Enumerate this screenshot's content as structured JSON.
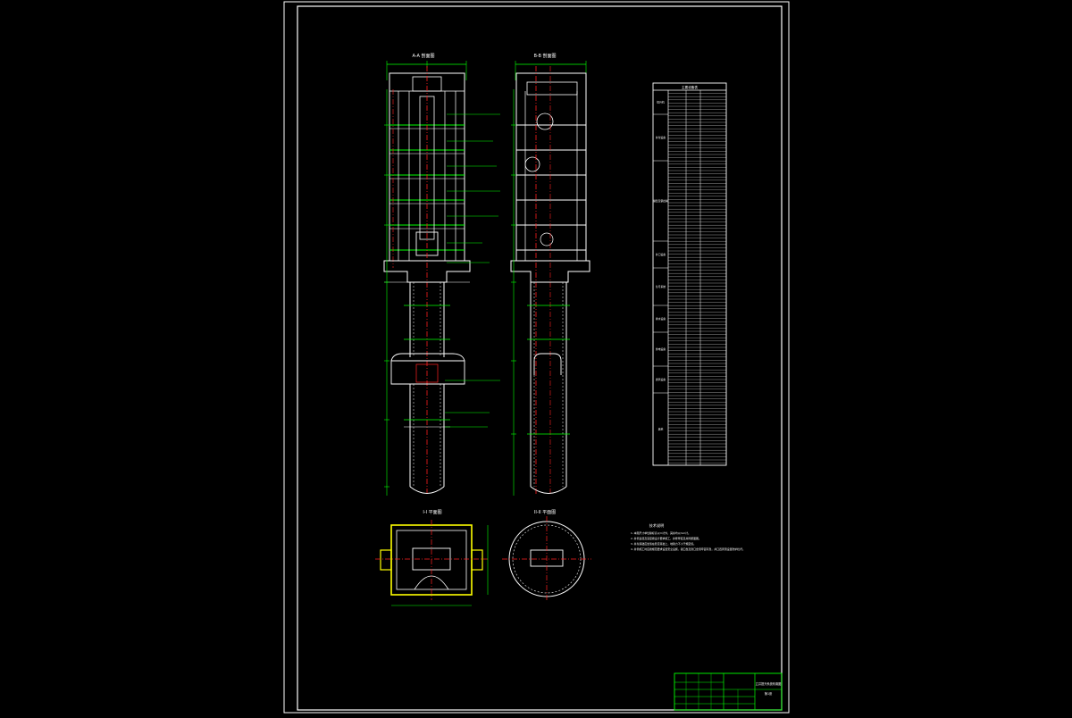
{
  "drawing": {
    "colors": {
      "background": "#000000",
      "frame": "#ffffff",
      "structure": "#ffffff",
      "dimension": "#00ff00",
      "centerline": "#ff2020",
      "hatch": "#ffff00"
    },
    "views": {
      "section_a": {
        "title": "A-A 剖面图"
      },
      "section_b": {
        "title": "B-B 剖面图"
      },
      "plan_1": {
        "title": "I-I 平面图"
      },
      "plan_2": {
        "title": "II-II 平面图"
      }
    },
    "equipment_table": {
      "header": "主要设备表",
      "groups": [
        "提升机",
        "井架设备",
        "罐笼及钢丝绳",
        "井口设备",
        "信号系统",
        "排水设备",
        "供电设备",
        "通风设备",
        "其他"
      ]
    },
    "notes": {
      "title": "技术说明",
      "items": [
        "1. 本图尺寸单位除标高以m计外，其余均以mm计。",
        "2. 井筒直径及深度按设计要求施工，井壁厚度见井筒断面图。",
        "3. 井架基础应坐落在稳定基岩上，地耐力不小于规定值。",
        "4. 井筒施工时应按规范要求设置安全设施，锁口盘及封口盘须牢固可靠，井口四周须设置防护栏杆。"
      ]
    },
    "title_block": {
      "drawing_name": "立井提升系统布置图",
      "sheet": "第1张"
    }
  }
}
